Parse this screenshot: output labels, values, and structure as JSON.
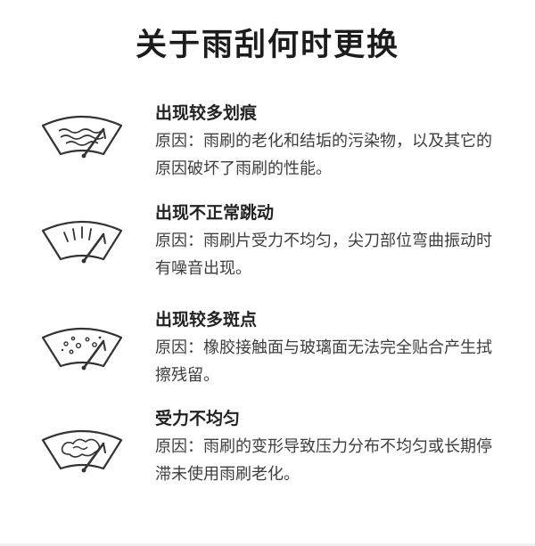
{
  "title": "关于雨刮何时更换",
  "items": [
    {
      "heading": "出现较多划痕",
      "desc": "原因：雨刷的老化和结垢的污染物，以及其它的原因破坏了雨刷的性能。",
      "icon": "windshield-scratches-icon"
    },
    {
      "heading": "出现不正常跳动",
      "desc": "原因：雨刷片受力不均匀，尖刀部位弯曲振动时有噪音出现。",
      "icon": "windshield-jumping-icon"
    },
    {
      "heading": "出现较多斑点",
      "desc": "原因：橡胶接触面与玻璃面无法完全贴合产生拭擦残留。",
      "icon": "windshield-spots-icon"
    },
    {
      "heading": "受力不均匀",
      "desc": "原因：雨刷的变形导致压力分布不均匀或长期停滞未使用雨刷老化。",
      "icon": "windshield-uneven-icon"
    }
  ],
  "colors": {
    "icon_stroke": "#333333",
    "heading": "#222222",
    "text": "#3d3d3d"
  }
}
